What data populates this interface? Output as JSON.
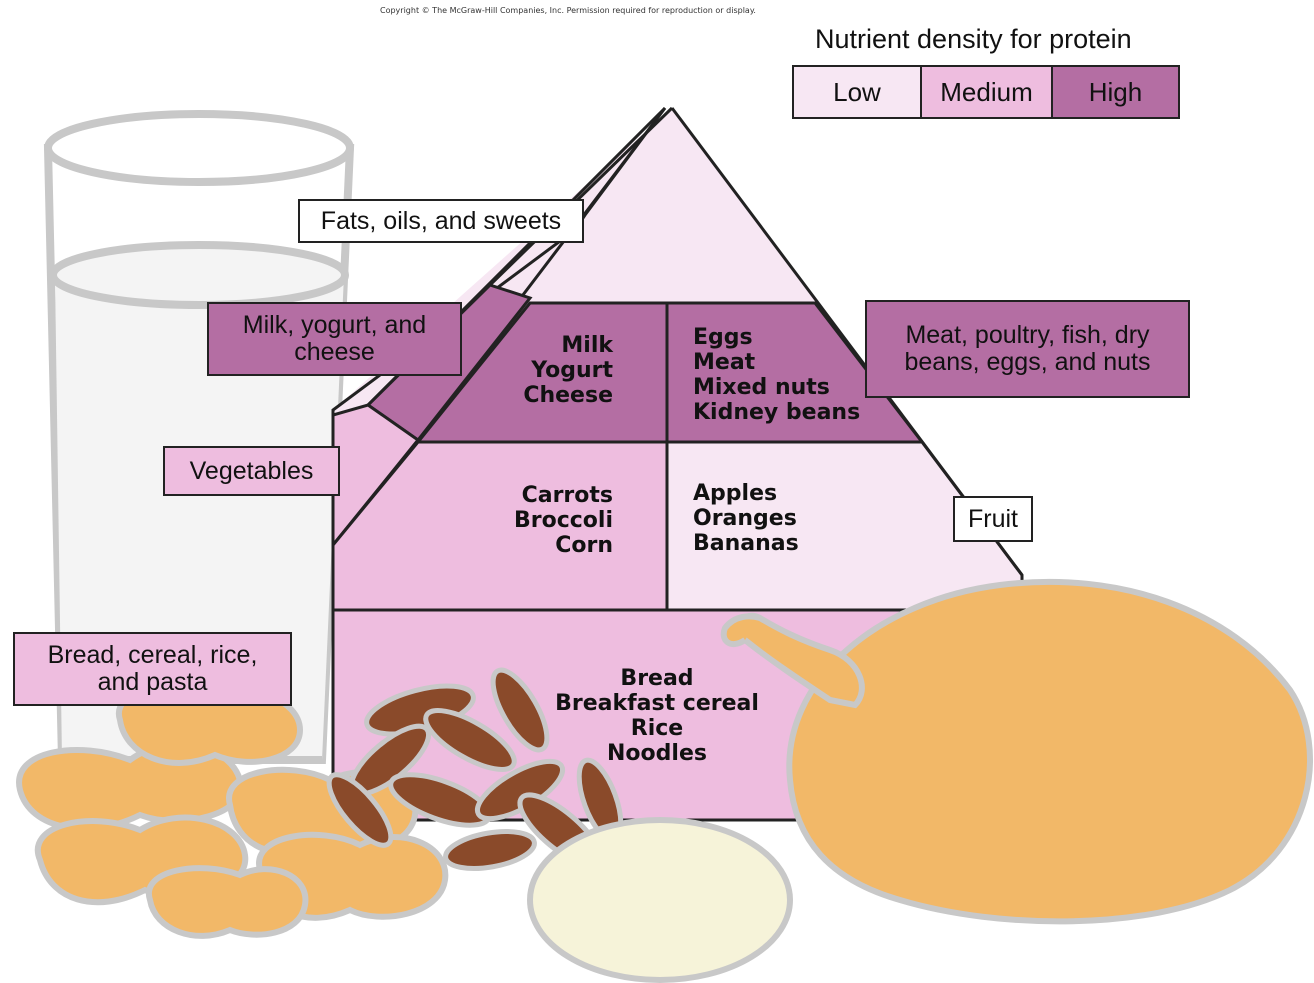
{
  "copyright": "Copyright © The McGraw-Hill Companies, Inc. Permission required for reproduction or display.",
  "legend": {
    "title": "Nutrient density for protein",
    "levels": [
      {
        "label": "Low",
        "color": "#f7e7f3"
      },
      {
        "label": "Medium",
        "color": "#eebddf"
      },
      {
        "label": "High",
        "color": "#b46ea3"
      }
    ]
  },
  "callouts": {
    "fats": "Fats, oils, and sweets",
    "milk_group": "Milk, yogurt, and cheese",
    "vegetables": "Vegetables",
    "bread_group": "Bread, cereal, rice, and pasta",
    "meat_group": "Meat, poultry, fish, dry beans, eggs, and nuts",
    "fruit": "Fruit"
  },
  "pyramid": {
    "milk_foods": [
      "Milk",
      "Yogurt",
      "Cheese"
    ],
    "meat_foods": [
      "Eggs",
      "Meat",
      "Mixed nuts",
      "Kidney beans"
    ],
    "vegetable_foods": [
      "Carrots",
      "Broccoli",
      "Corn"
    ],
    "fruit_foods": [
      "Apples",
      "Oranges",
      "Bananas"
    ],
    "bread_foods": [
      "Bread",
      "Breakfast cereal",
      "Rice",
      "Noodles"
    ]
  }
}
